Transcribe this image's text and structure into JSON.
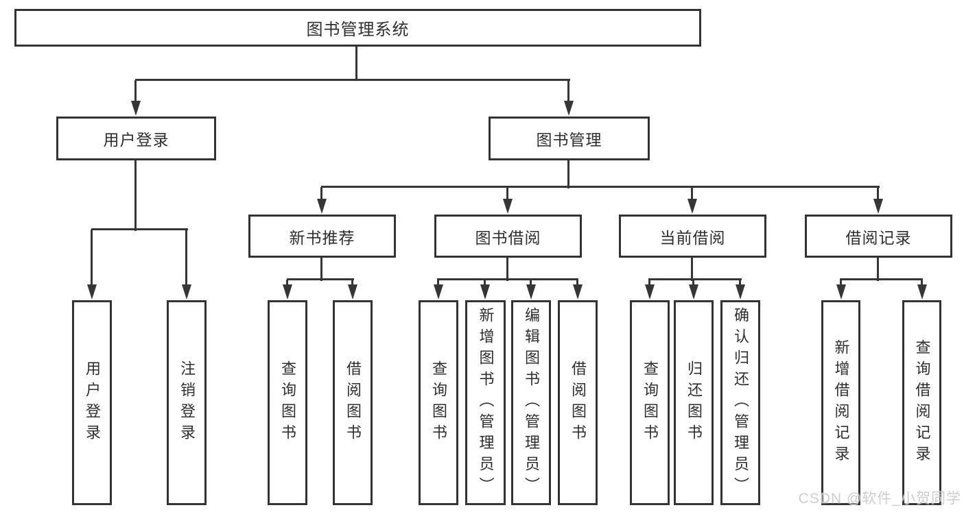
{
  "watermark": {
    "text": "CSDN @软件_小贺同学",
    "color": "#c9c9c9"
  },
  "colors": {
    "line": "#363636",
    "box_border": "#333333",
    "box_fill": "#ffffff",
    "text": "#2e2e2e",
    "background": "#ffffff"
  },
  "tree": {
    "root": "图书管理系统",
    "level2": {
      "login": "用户登录",
      "management": "图书管理"
    },
    "level3": {
      "recommend": "新书推荐",
      "borrow": "图书借阅",
      "current": "当前借阅",
      "records": "借阅记录"
    },
    "leaves": {
      "login": [
        "用户登录",
        "注销登录"
      ],
      "recommend": [
        "查询图书",
        "借阅图书"
      ],
      "borrow": [
        "查询图书",
        "新增图书（管理员）",
        "编辑图书（管理员）",
        "借阅图书"
      ],
      "current": [
        "查询图书",
        "归还图书",
        "确认归还（管理员）"
      ],
      "records": [
        "新增借阅记录",
        "查询借阅记录"
      ]
    }
  }
}
